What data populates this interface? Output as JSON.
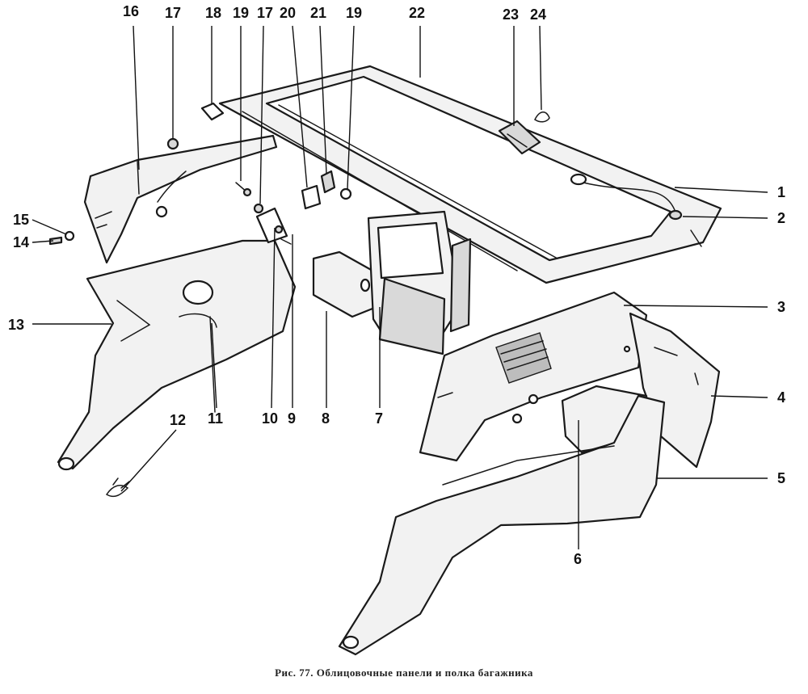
{
  "figure": {
    "caption": "Рис. 77. Облицовочные панели и полка багажника",
    "callouts": {
      "c1": "1",
      "c2": "2",
      "c3": "3",
      "c4": "4",
      "c5": "5",
      "c6": "6",
      "c7": "7",
      "c8": "8",
      "c9": "9",
      "c10": "10",
      "c11": "11",
      "c12": "12",
      "c13": "13",
      "c14": "14",
      "c15": "15",
      "c16": "16",
      "c17a": "17",
      "c17b": "17",
      "c18": "18",
      "c19a": "19",
      "c19b": "19",
      "c20": "20",
      "c21": "21",
      "c22": "22",
      "c23": "23",
      "c24": "24"
    }
  }
}
